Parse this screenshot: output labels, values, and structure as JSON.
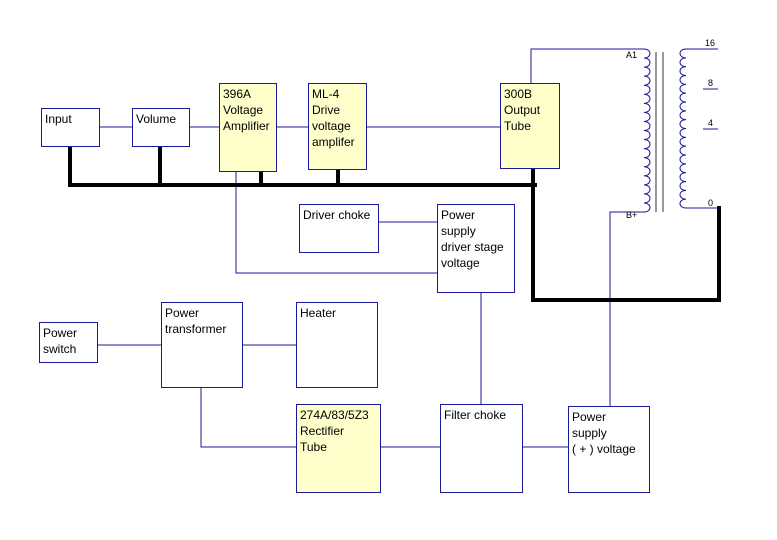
{
  "diagram": {
    "colors": {
      "wire": "#1a1a99",
      "ground": "#000000",
      "tube_fill": "#ffffcc",
      "box_fill": "#ffffff"
    },
    "boxes": {
      "input": "Input",
      "volume": "Volume",
      "amp396a": "396A\nVoltage\nAmplifier",
      "ml4": "ML-4\nDrive\nvoltage\namplifer",
      "output300b": "300B\nOutput\nTube",
      "driver_choke": "Driver choke",
      "ps_driver": "Power\nsupply\ndriver stage\nvoltage",
      "power_switch": "Power\nswitch",
      "power_transformer": "Power\ntransformer",
      "heater": "Heater",
      "rectifier": "274A/83/5Z3\nRectifier\nTube",
      "filter_choke": "Filter choke",
      "ps_plus": "Power\nsupply\n( + )  voltage"
    },
    "transformer_labels": {
      "a1": "A1",
      "bplus": "B+",
      "tap16": "16",
      "tap8": "8",
      "tap4": "4",
      "tap0": "0"
    }
  }
}
